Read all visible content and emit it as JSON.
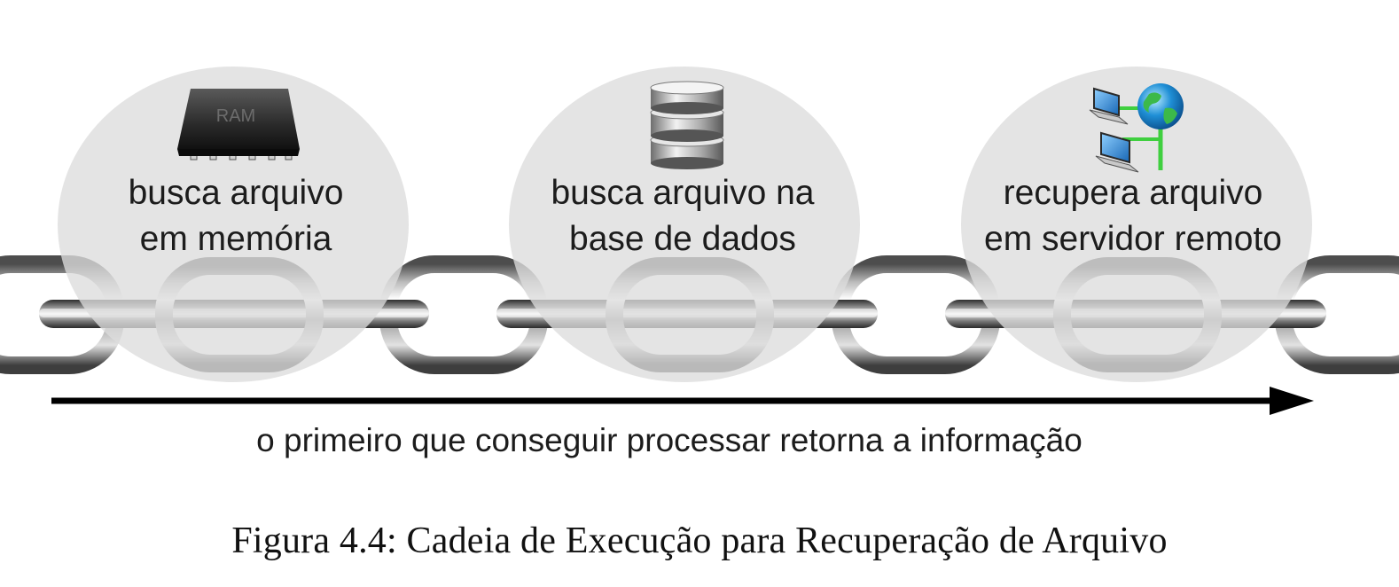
{
  "steps": [
    {
      "icon": "ram-chip-icon",
      "chip_text": "RAM",
      "line1": "busca arquivo",
      "line2": "em memória"
    },
    {
      "icon": "database-icon",
      "line1": "busca arquivo na",
      "line2": "base de dados"
    },
    {
      "icon": "network-globe-icon",
      "line1": "recupera arquivo",
      "line2": "em servidor remoto"
    }
  ],
  "arrow_label": "o primeiro que conseguir processar retorna a informação",
  "caption": "Figura 4.4: Cadeia de Execução para Recuperação de Arquivo",
  "colors": {
    "circle": "#e2e2e2",
    "chain_dark": "#4a4a4a",
    "chain_light": "#f4f4f4",
    "arrow": "#000000"
  }
}
